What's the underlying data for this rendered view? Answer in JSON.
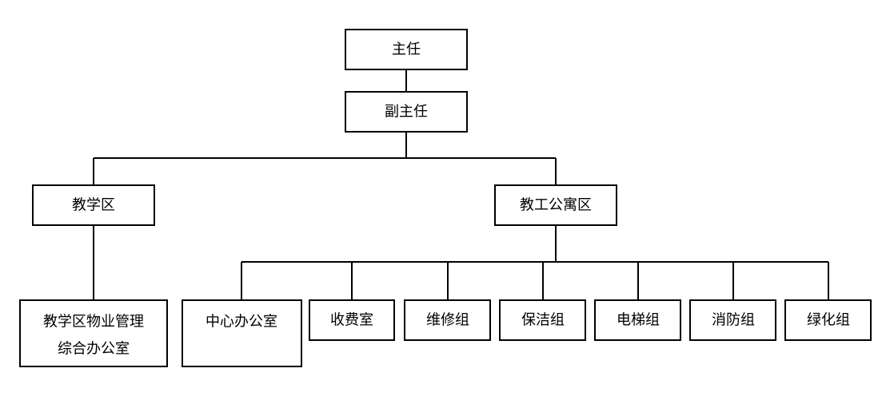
{
  "org_chart": {
    "director": "主任",
    "deputy_director": "副主任",
    "teaching_area": {
      "name": "教学区",
      "units": [
        {
          "lines": [
            "教学区物业管理",
            "综合办公室"
          ]
        }
      ]
    },
    "staff_apartment_area": {
      "name": "教工公寓区",
      "units": [
        {
          "lines": [
            "中心办公室"
          ]
        },
        {
          "lines": [
            "收费室"
          ]
        },
        {
          "lines": [
            "维修组"
          ]
        },
        {
          "lines": [
            "保洁组"
          ]
        },
        {
          "lines": [
            "电梯组"
          ]
        },
        {
          "lines": [
            "消防组"
          ]
        },
        {
          "lines": [
            "绿化组"
          ]
        }
      ]
    }
  }
}
